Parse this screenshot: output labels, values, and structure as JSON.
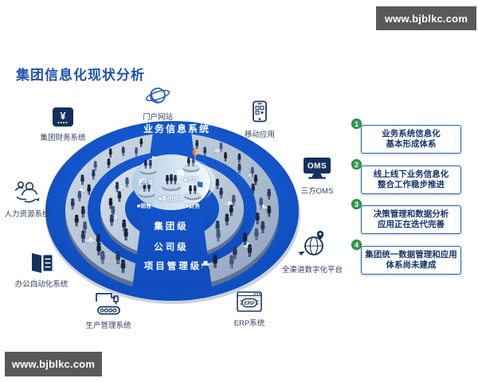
{
  "watermark_top": {
    "text": "www.bjblkc.com"
  },
  "watermark_bottom": {
    "text": "www.bjblkc.com"
  },
  "title": "集团信息化现状分析",
  "colors": {
    "title_blue": "#1d55b0",
    "ellipse_blue": "#1356cb",
    "ring_silver": "#b9c6d6",
    "finding_border_blue": "#2e62b0",
    "finding_text_navy": "#17366b",
    "number_green": "#2f9e4a",
    "banner_gray": "#58595b",
    "icon_navy": "#1f3864"
  },
  "diagram": {
    "arc_label": "业务信息系统",
    "levels": [
      "集团级",
      "公司级",
      "项目管理级"
    ],
    "pedestals": [
      {
        "label": "■运营"
      },
      {
        "label": "■市场"
      },
      {
        "label": "■集团领导"
      },
      {
        "label": "■销售"
      },
      {
        "label": "■财务"
      }
    ],
    "satellites": [
      {
        "icon": "portal-icon",
        "label": "门户网站"
      },
      {
        "icon": "mobile-icon",
        "label": "移动应用"
      },
      {
        "icon": "finance-icon",
        "label": "集团财务系统",
        "icon_text": "¥"
      },
      {
        "icon": "hr-icon",
        "label": "人力资源系统"
      },
      {
        "icon": "oa-icon",
        "label": "办公自动化系统"
      },
      {
        "icon": "production-icon",
        "label": "生产管理系统"
      },
      {
        "icon": "erp-icon",
        "label": "ERP系统",
        "icon_text": "ERP"
      },
      {
        "icon": "oms-icon",
        "label": "三方OMS",
        "icon_text": "OMS"
      },
      {
        "icon": "omni-icon",
        "label": "全渠道数字化平台"
      }
    ]
  },
  "findings": [
    {
      "num": "1",
      "lines": [
        "业务系统信息化",
        "基本形成体系"
      ]
    },
    {
      "num": "2",
      "lines": [
        "线上线下业务信息化",
        "整合工作稳步推进"
      ]
    },
    {
      "num": "3",
      "lines": [
        "决策管理和数据分析",
        "应用正在迭代完善"
      ]
    },
    {
      "num": "4",
      "lines": [
        "集团统一数据管理和应用",
        "体系尚未建成"
      ]
    }
  ]
}
